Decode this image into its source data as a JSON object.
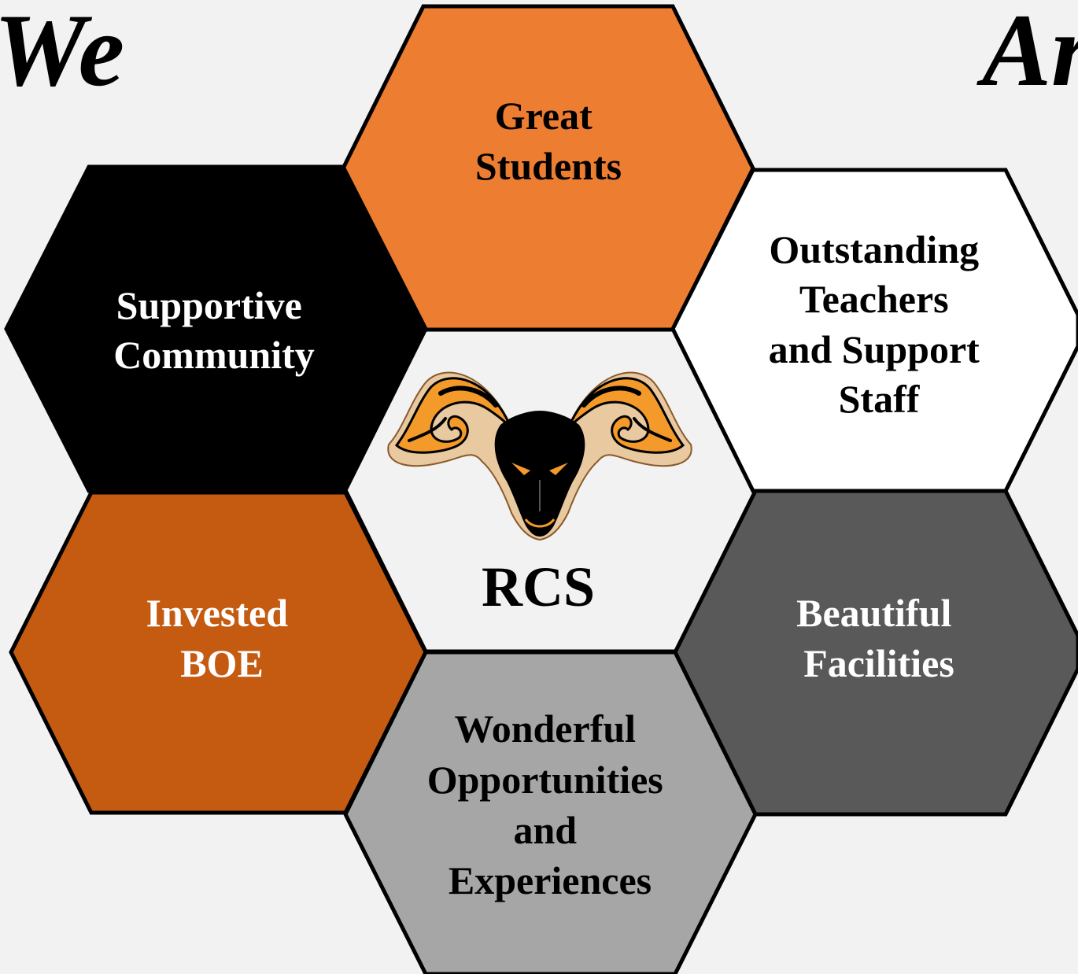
{
  "title": {
    "left_word": "We",
    "right_word": "Ar"
  },
  "center": {
    "label": "RCS",
    "logo": "ram-head-logo"
  },
  "colors": {
    "background": "#f2f2f2",
    "orange": "#ed7d31",
    "burnt_orange": "#c55a11",
    "black": "#000000",
    "white": "#ffffff",
    "dark_gray": "#595959",
    "light_gray": "#a6a6a6",
    "center": "#f2f2f2"
  },
  "hexagons": [
    {
      "id": "great-students",
      "lines": [
        "Great",
        "Students"
      ],
      "fill": "#ed7d31",
      "text_color": "#000000"
    },
    {
      "id": "supportive-community",
      "lines": [
        "Supportive",
        "Community"
      ],
      "fill": "#000000",
      "text_color": "#ffffff"
    },
    {
      "id": "outstanding-teachers",
      "lines": [
        "Outstanding",
        "Teachers",
        "and Support",
        "Staff"
      ],
      "fill": "#ffffff",
      "text_color": "#000000"
    },
    {
      "id": "invested-boe",
      "lines": [
        "Invested",
        "BOE"
      ],
      "fill": "#c55a11",
      "text_color": "#ffffff"
    },
    {
      "id": "beautiful-facilities",
      "lines": [
        "Beautiful",
        "Facilities"
      ],
      "fill": "#595959",
      "text_color": "#ffffff"
    },
    {
      "id": "wonderful-opportunities",
      "lines": [
        "Wonderful",
        "Opportunities",
        "and",
        "Experiences"
      ],
      "fill": "#a6a6a6",
      "text_color": "#000000"
    }
  ]
}
